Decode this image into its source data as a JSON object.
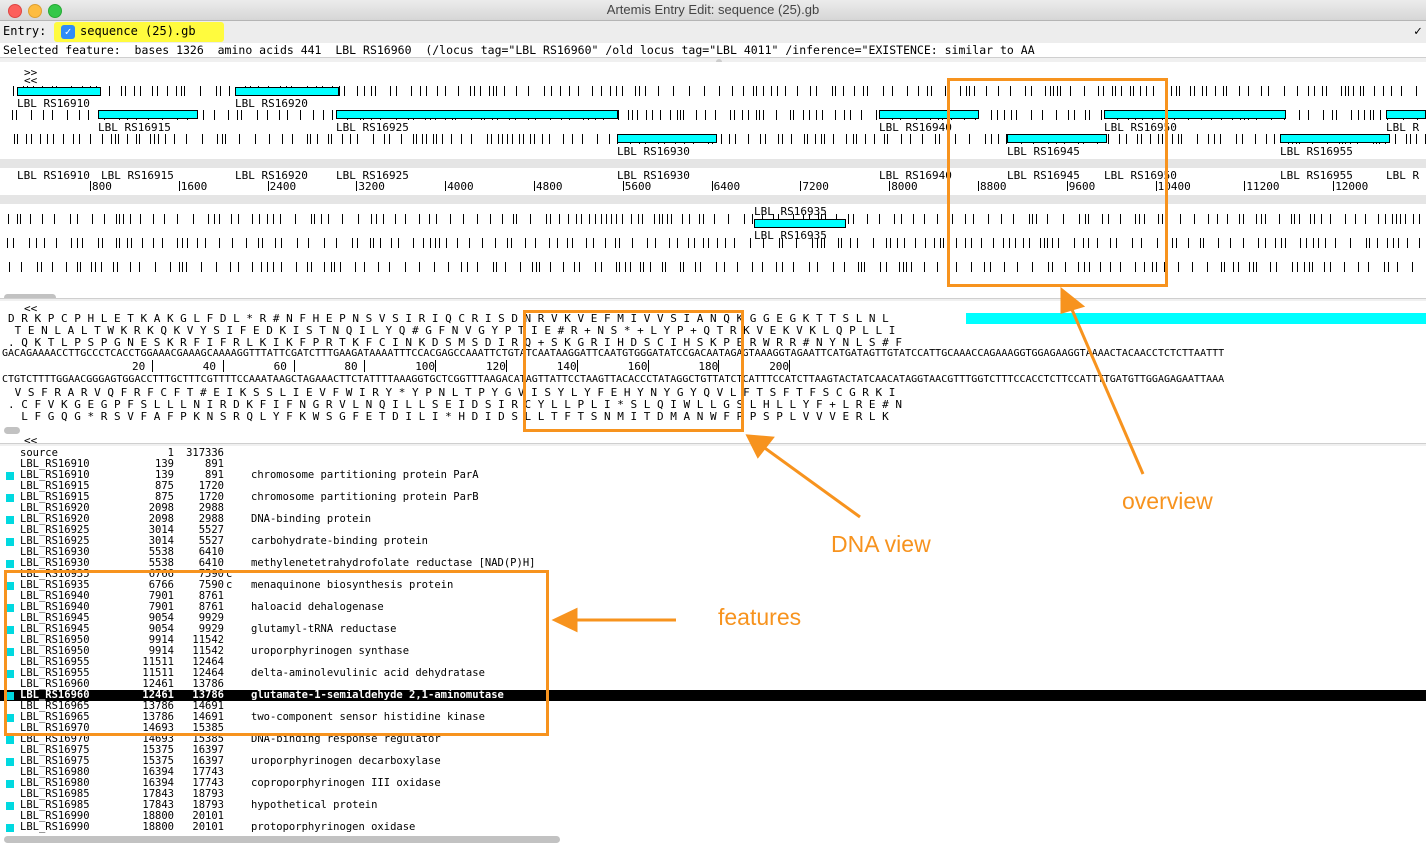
{
  "window": {
    "title": "Artemis Entry Edit: sequence (25).gb"
  },
  "entry": {
    "label": "Entry:",
    "name": "sequence (25).gb",
    "checked": "✓",
    "right_check": "✓"
  },
  "selected": {
    "text": "Selected feature:  bases 1326  amino acids 441  LBL RS16960  (/locus tag=\"LBL RS16960\" /old locus tag=\"LBL 4011\" /inference=\"EXISTENCE: similar to AA"
  },
  "overview": {
    "nav_forward": ">>",
    "nav_back": "<<",
    "forward_labels": [
      {
        "text": "LBL RS16910"
      },
      {
        "text": "LBL RS16920"
      },
      {
        "text": "LBL RS16915"
      },
      {
        "text": "LBL RS16925"
      },
      {
        "text": "LBL RS16940"
      },
      {
        "text": "LBL RS16950"
      },
      {
        "text": "LBL R"
      },
      {
        "text": "LBL RS16930"
      },
      {
        "text": "LBL RS16945"
      },
      {
        "text": "LBL RS16955"
      }
    ],
    "strand_labels": [
      {
        "text": "LBL RS16910"
      },
      {
        "text": "LBL RS16915"
      },
      {
        "text": "LBL RS16920"
      },
      {
        "text": "LBL RS16925"
      },
      {
        "text": "LBL RS16930"
      },
      {
        "text": "LBL RS16940"
      },
      {
        "text": "LBL RS16945"
      },
      {
        "text": "LBL RS16950"
      },
      {
        "text": "LBL RS16955"
      },
      {
        "text": "LBL R"
      }
    ],
    "scale": [
      "800",
      "1600",
      "2400",
      "3200",
      "4000",
      "4800",
      "5600",
      "6400",
      "7200",
      "8000",
      "8800",
      "9600",
      "10400",
      "11200",
      "12000"
    ],
    "reverse_labels": [
      {
        "text": "LBL RS16935"
      },
      {
        "text": "LBL RS16935"
      }
    ]
  },
  "dna": {
    "nav_back": "<<",
    "aa1": "D R K P C P H L E T K A K G L F D L * R # N F H E P N S V S I R I Q C R I S D N R V K V E F M I V V S I A N Q K G G E G K T T S L N L",
    "aa2": " T E N L A L T W K R K Q K V Y S I F E D K I S T N Q I L Y Q # G F N V G Y P T I E # R + N S * + L Y P + Q T R K V E K V K L Q P L L I",
    "aa3": ". Q K T L P S P G N E S K R F I F R L K I K F P R T K F C I N K D S M S D I R Q + S K G R I H D S C I H S K P E R W R R # N Y N L S # F",
    "fwd": "GACAGAAAACCTTGCCCTCACCTGGAAACGAAAGCAAAAGGTTTATTCGATCTTTGAAGATAAAATTTCCACGAGCCAAATTCTGTATCAATAAGGATTCAATGTGGGATATCCGACAATAGAGTAAAGGTAGAATTCATGATAGTTGTATCCATTGCAAACCAGAAAGGTGGAGAAGGTAAAACTACAACCTCTCTTAATTT",
    "scale": [
      "20",
      "40",
      "60",
      "80",
      "100",
      "120",
      "140",
      "160",
      "180",
      "200"
    ],
    "rev": "CTGTCTTTTGGAACGGGAGTGGACCTTTGCTTTCGTTTTCCAAATAAGCTAGAAACTTCTATTTTAAAGGTGCTCGGTTTAAGACATAGTTATTCCTAAGTTACACCCTATAGGCTGTTATCTCATTTCCATCTTAAGTACTATCAACATAGGTAACGTTTGGTCTTTCCACCTCTTCCATTTTGATGTTGGAGAGAATTAAA",
    "aa4": " V S F R A R V Q F R F C F T # E I K S S L I E V F W I R Y * Y P N L T P Y G V I S Y L Y F E H Y N Y G Y Q V L F T S F T F S C G R K I",
    "aa5": ". C F V K G E G P F S L L L N I R D K F I F N G R V L N Q I L L S E I D S I R C Y L L P L I * S L Q I W L L G S L H L L Y F + L R E # N",
    "aa6": "  L F G Q G * R S V F A F P K N S R Q L Y F K W S G F E T D I L I * H D I D S L L T F T S N M I T D M A N W F P P S P L V V V E R L K"
  },
  "features": {
    "rows": [
      {
        "name": "source",
        "start": "1",
        "end": "317336",
        "comp": "",
        "desc": "",
        "cyan": false,
        "selected": false
      },
      {
        "name": "LBL_RS16910",
        "start": "139",
        "end": "891",
        "comp": "",
        "desc": "",
        "cyan": false,
        "selected": false
      },
      {
        "name": "LBL_RS16910",
        "start": "139",
        "end": "891",
        "comp": "",
        "desc": "chromosome partitioning protein ParA",
        "cyan": true,
        "selected": false
      },
      {
        "name": "LBL_RS16915",
        "start": "875",
        "end": "1720",
        "comp": "",
        "desc": "",
        "cyan": false,
        "selected": false
      },
      {
        "name": "LBL_RS16915",
        "start": "875",
        "end": "1720",
        "comp": "",
        "desc": "chromosome partitioning protein ParB",
        "cyan": true,
        "selected": false
      },
      {
        "name": "LBL_RS16920",
        "start": "2098",
        "end": "2988",
        "comp": "",
        "desc": "",
        "cyan": false,
        "selected": false
      },
      {
        "name": "LBL_RS16920",
        "start": "2098",
        "end": "2988",
        "comp": "",
        "desc": "DNA-binding protein",
        "cyan": true,
        "selected": false
      },
      {
        "name": "LBL_RS16925",
        "start": "3014",
        "end": "5527",
        "comp": "",
        "desc": "",
        "cyan": false,
        "selected": false
      },
      {
        "name": "LBL_RS16925",
        "start": "3014",
        "end": "5527",
        "comp": "",
        "desc": "carbohydrate-binding protein",
        "cyan": true,
        "selected": false
      },
      {
        "name": "LBL_RS16930",
        "start": "5538",
        "end": "6410",
        "comp": "",
        "desc": "",
        "cyan": false,
        "selected": false
      },
      {
        "name": "LBL_RS16930",
        "start": "5538",
        "end": "6410",
        "comp": "",
        "desc": "methylenetetrahydrofolate reductase [NAD(P)H]",
        "cyan": true,
        "selected": false
      },
      {
        "name": "LBL_RS16935",
        "start": "6766",
        "end": "7590",
        "comp": "c",
        "desc": "",
        "cyan": false,
        "selected": false
      },
      {
        "name": "LBL_RS16935",
        "start": "6766",
        "end": "7590",
        "comp": "c",
        "desc": "menaquinone biosynthesis protein",
        "cyan": true,
        "selected": false
      },
      {
        "name": "LBL_RS16940",
        "start": "7901",
        "end": "8761",
        "comp": "",
        "desc": "",
        "cyan": false,
        "selected": false
      },
      {
        "name": "LBL_RS16940",
        "start": "7901",
        "end": "8761",
        "comp": "",
        "desc": "haloacid dehalogenase",
        "cyan": true,
        "selected": false
      },
      {
        "name": "LBL_RS16945",
        "start": "9054",
        "end": "9929",
        "comp": "",
        "desc": "",
        "cyan": false,
        "selected": false
      },
      {
        "name": "LBL_RS16945",
        "start": "9054",
        "end": "9929",
        "comp": "",
        "desc": "glutamyl-tRNA reductase",
        "cyan": true,
        "selected": false
      },
      {
        "name": "LBL_RS16950",
        "start": "9914",
        "end": "11542",
        "comp": "",
        "desc": "",
        "cyan": false,
        "selected": false
      },
      {
        "name": "LBL_RS16950",
        "start": "9914",
        "end": "11542",
        "comp": "",
        "desc": "uroporphyrinogen synthase",
        "cyan": true,
        "selected": false
      },
      {
        "name": "LBL_RS16955",
        "start": "11511",
        "end": "12464",
        "comp": "",
        "desc": "",
        "cyan": false,
        "selected": false
      },
      {
        "name": "LBL_RS16955",
        "start": "11511",
        "end": "12464",
        "comp": "",
        "desc": "delta-aminolevulinic acid dehydratase",
        "cyan": true,
        "selected": false
      },
      {
        "name": "LBL_RS16960",
        "start": "12461",
        "end": "13786",
        "comp": "",
        "desc": "",
        "cyan": false,
        "selected": false
      },
      {
        "name": "LBL_RS16960",
        "start": "12461",
        "end": "13786",
        "comp": "",
        "desc": "glutamate-1-semialdehyde 2,1-aminomutase",
        "cyan": true,
        "selected": true
      },
      {
        "name": "LBL_RS16965",
        "start": "13786",
        "end": "14691",
        "comp": "",
        "desc": "",
        "cyan": false,
        "selected": false
      },
      {
        "name": "LBL_RS16965",
        "start": "13786",
        "end": "14691",
        "comp": "",
        "desc": "two-component sensor histidine kinase",
        "cyan": true,
        "selected": false
      },
      {
        "name": "LBL_RS16970",
        "start": "14693",
        "end": "15385",
        "comp": "",
        "desc": "",
        "cyan": false,
        "selected": false
      },
      {
        "name": "LBL_RS16970",
        "start": "14693",
        "end": "15385",
        "comp": "",
        "desc": "DNA-binding response regulator",
        "cyan": true,
        "selected": false
      },
      {
        "name": "LBL_RS16975",
        "start": "15375",
        "end": "16397",
        "comp": "",
        "desc": "",
        "cyan": false,
        "selected": false
      },
      {
        "name": "LBL_RS16975",
        "start": "15375",
        "end": "16397",
        "comp": "",
        "desc": "uroporphyrinogen decarboxylase",
        "cyan": true,
        "selected": false
      },
      {
        "name": "LBL_RS16980",
        "start": "16394",
        "end": "17743",
        "comp": "",
        "desc": "",
        "cyan": false,
        "selected": false
      },
      {
        "name": "LBL_RS16980",
        "start": "16394",
        "end": "17743",
        "comp": "",
        "desc": "coproporphyrinogen III oxidase",
        "cyan": true,
        "selected": false
      },
      {
        "name": "LBL_RS16985",
        "start": "17843",
        "end": "18793",
        "comp": "",
        "desc": "",
        "cyan": false,
        "selected": false
      },
      {
        "name": "LBL_RS16985",
        "start": "17843",
        "end": "18793",
        "comp": "",
        "desc": "hypothetical protein",
        "cyan": true,
        "selected": false
      },
      {
        "name": "LBL_RS16990",
        "start": "18800",
        "end": "20101",
        "comp": "",
        "desc": "",
        "cyan": false,
        "selected": false
      },
      {
        "name": "LBL_RS16990",
        "start": "18800",
        "end": "20101",
        "comp": "",
        "desc": "protoporphyrinogen oxidase",
        "cyan": true,
        "selected": false
      }
    ]
  },
  "annotations": {
    "overview": "overview",
    "dna_view": "DNA view",
    "features": "features",
    "color": "#f7931e"
  },
  "colors": {
    "feature": "#00ffff",
    "entry_chip": "#fffb3e",
    "selected_row": "#000000"
  }
}
